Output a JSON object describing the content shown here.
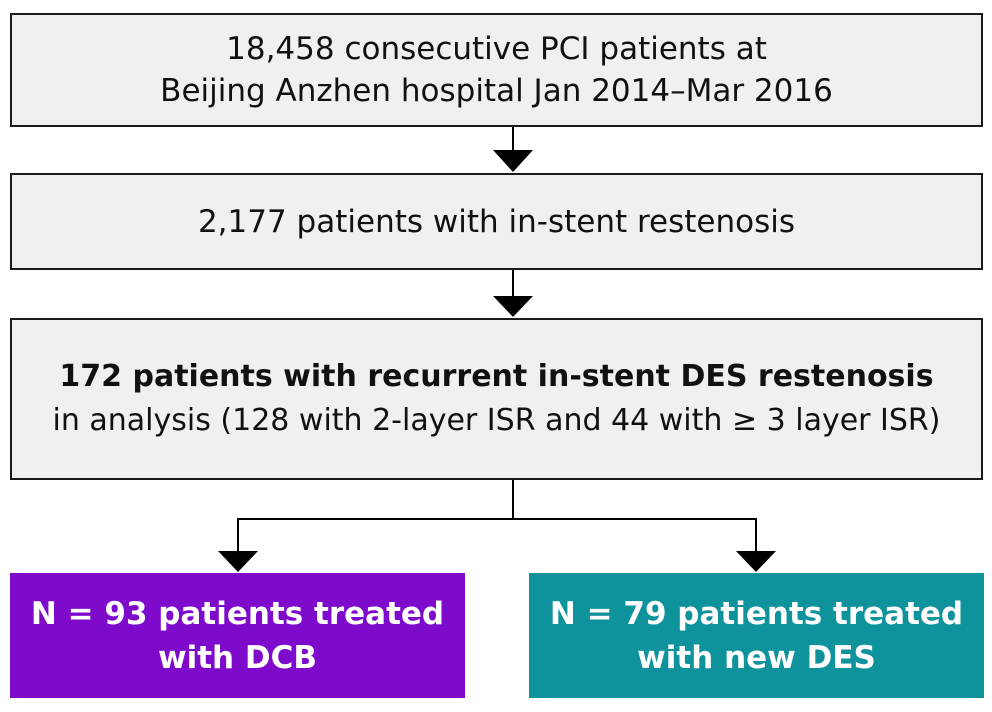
{
  "boxes": {
    "screened": {
      "line1": "18,458 consecutive PCI patients at",
      "line2": "Beijing Anzhen hospital Jan 2014–Mar 2016"
    },
    "isr": {
      "line1": "2,177 patients with in-stent restenosis"
    },
    "analysis": {
      "line1": "172 patients with recurrent in-stent DES restenosis",
      "line2": "in analysis (128 with 2-layer ISR and 44 with ≥ 3 layer ISR)"
    },
    "dcb": {
      "line1": "N = 93 patients treated",
      "line2": "with DCB"
    },
    "des": {
      "line1": "N = 79 patients treated",
      "line2": "with new DES"
    }
  },
  "colors": {
    "box_fill": "#f0f0f0",
    "border": "#1a1a1a",
    "dcb_fill": "#7e0bcc",
    "des_fill": "#0e929b",
    "arrow": "#000000"
  }
}
